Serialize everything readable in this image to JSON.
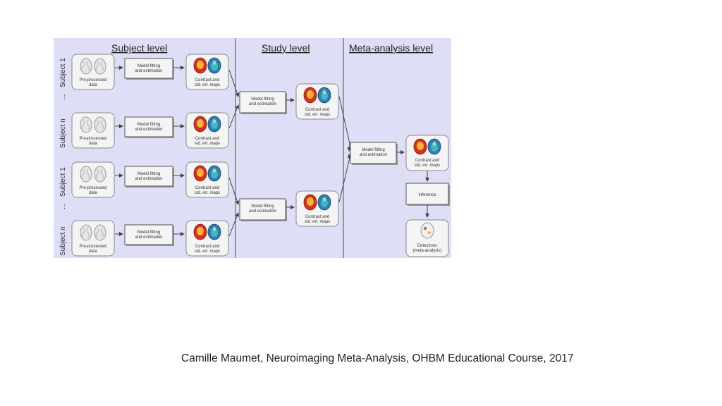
{
  "diagram": {
    "levels": {
      "subject": "Subject level",
      "study": "Study level",
      "meta": "Meta-analysis level"
    },
    "subjects": [
      "Subject 1",
      "Subject n",
      "Subject 1",
      "Subject n"
    ],
    "ellipsis": "...",
    "nodes": {
      "preprocessed": [
        "Pre-processed",
        "data"
      ],
      "model": [
        "Model fitting",
        "and estimation"
      ],
      "contrast": [
        "Contrast and",
        "std. err. maps"
      ],
      "inference": "Inference",
      "detections": [
        "Detections",
        "(meta-analysis)"
      ]
    },
    "colors": {
      "panel": "#dedef6",
      "box": "#f4f4f4",
      "border": "#8a8a8a",
      "line": "#444444",
      "divider": "#666666"
    }
  },
  "caption": "Camille Maumet, Neuroimaging Meta-Analysis, OHBM Educational Course, 2017"
}
